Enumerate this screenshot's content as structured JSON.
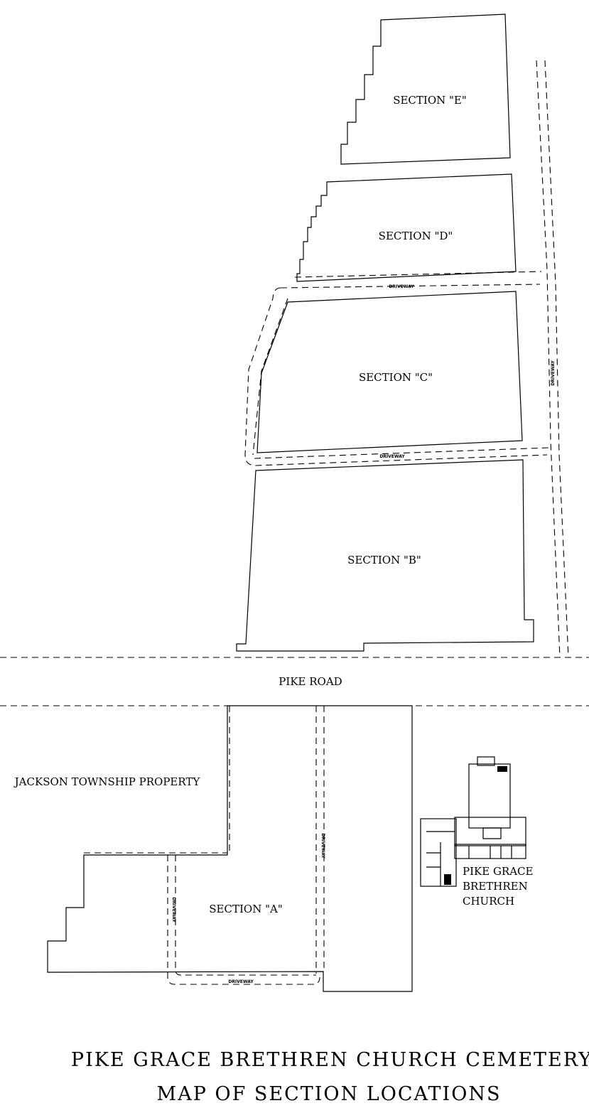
{
  "sections": [
    {
      "id": "E",
      "label": "SECTION \"E\""
    },
    {
      "id": "D",
      "label": "SECTION \"D\""
    },
    {
      "id": "C",
      "label": "SECTION \"C\""
    },
    {
      "id": "B",
      "label": "SECTION \"B\""
    },
    {
      "id": "A",
      "label": "SECTION \"A\""
    }
  ],
  "driveway_label": "DRIVEWAY",
  "road_label": "PIKE ROAD",
  "property_label": "JACKSON TOWNSHIP PROPERTY",
  "church_label": [
    "PIKE GRACE",
    "BRETHREN",
    "CHURCH"
  ],
  "title": [
    "PIKE GRACE BRETHREN CHURCH CEMETERY",
    "MAP OF SECTION LOCATIONS"
  ]
}
